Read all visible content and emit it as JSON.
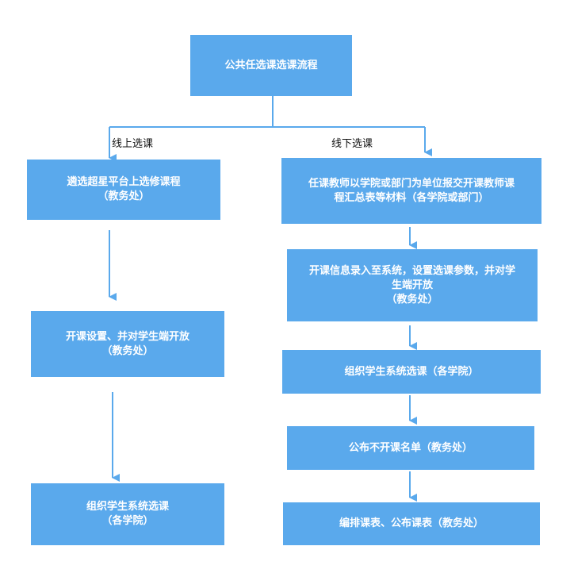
{
  "title": "公共任选课选课流程",
  "branches": {
    "online_label": "线上选课",
    "offline_label": "线下选课"
  },
  "online_steps": [
    {
      "line1": "遴选超星平台上选修课程",
      "line2": "（教务处）"
    },
    {
      "line1": "开课设置、并对学生端开放",
      "line2": "（教务处）"
    },
    {
      "line1": "组织学生系统选课",
      "line2": "（各学院）"
    }
  ],
  "offline_steps": [
    {
      "line1": "任课教师以学院或部门为单位报交开课教师课",
      "line2": "程汇总表等材料（各学院或部门）",
      "line3": ""
    },
    {
      "line1": "开课信息录入至系统，设置选课参数，并对学",
      "line2": "生端开放",
      "line3": "（教务处）"
    },
    {
      "line1": "组织学生系统选课（各学院）",
      "line2": "",
      "line3": ""
    },
    {
      "line1": "公布不开课名单（教务处）",
      "line2": "",
      "line3": ""
    },
    {
      "line1": "编排课表、公布课表（教务处）",
      "line2": "",
      "line3": ""
    }
  ],
  "colors": {
    "box_fill": "#5aa9ec",
    "connector": "#5aa9ec",
    "box_text": "#ffffff"
  }
}
